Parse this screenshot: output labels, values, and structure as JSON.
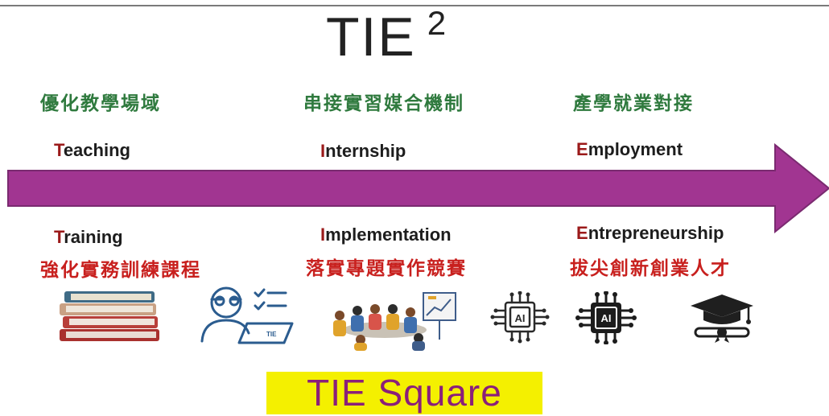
{
  "title": {
    "main": "TIE",
    "superscript": "2"
  },
  "columns": [
    {
      "top_zh": "優化教學場域",
      "top_en_initial": "T",
      "top_en_rest": "eaching",
      "bottom_en_initial": "T",
      "bottom_en_rest": "raining",
      "bottom_zh": "強化實務訓練課程"
    },
    {
      "top_zh": "串接實習媒合機制",
      "top_en_initial": "I",
      "top_en_rest": "nternship",
      "bottom_en_initial": "I",
      "bottom_en_rest": "mplementation",
      "bottom_zh": "落實專題實作競賽"
    },
    {
      "top_zh": "產學就業對接",
      "top_en_initial": "E",
      "top_en_rest": "mployment",
      "bottom_en_initial": "E",
      "bottom_en_rest": "ntrepreneurship",
      "bottom_zh": "拔尖創新創業人才"
    }
  ],
  "icons": {
    "ai_chip_label": "AI",
    "laptop_label": "TIE"
  },
  "footer": {
    "label": "TIE Square"
  },
  "colors": {
    "arrow": "#a13591",
    "arrow_edge": "#7a2a70",
    "zh_top": "#2f7a3e",
    "zh_bottom": "#c8201e",
    "initial": "#9b1a1a",
    "footer_bg": "#f4f000",
    "footer_text": "#8a1f7a"
  }
}
